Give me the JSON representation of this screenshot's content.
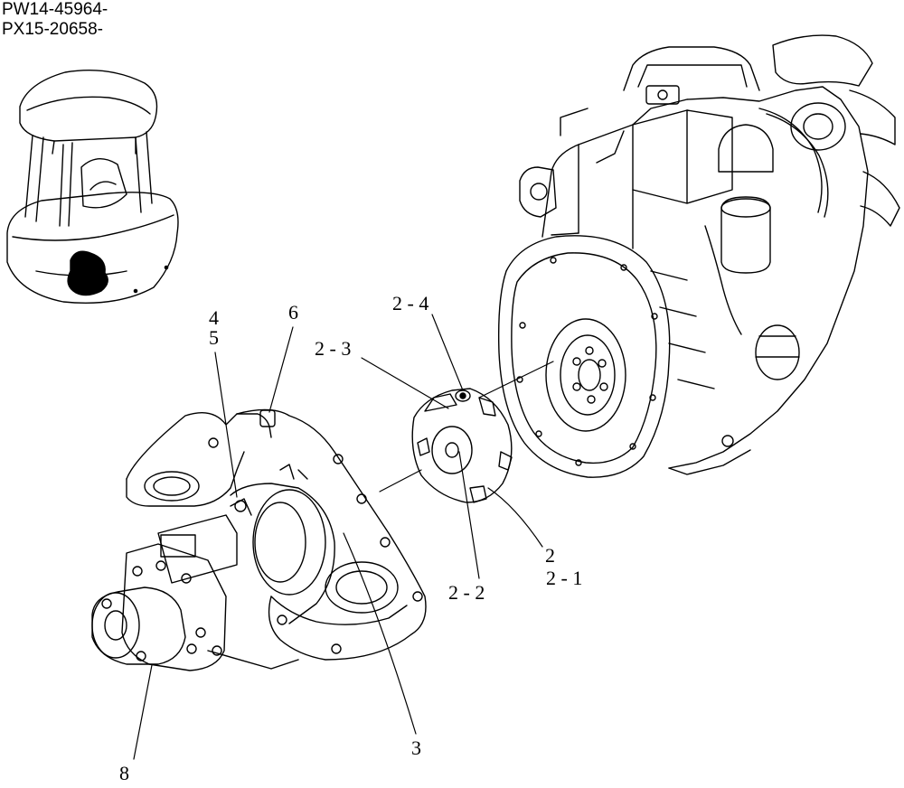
{
  "header": {
    "serial_lines": [
      "PW14-45964-",
      "PX15-20658-"
    ]
  },
  "callouts": {
    "c4": "4",
    "c5": "5",
    "c6": "6",
    "c2_3": "2 - 3",
    "c2_4": "2 - 4",
    "c2_2": "2 - 2",
    "c2": "2",
    "c2_1": "2 - 1",
    "c3": "3",
    "c8": "8"
  },
  "colors": {
    "ink": "#000000",
    "paper": "#ffffff"
  }
}
